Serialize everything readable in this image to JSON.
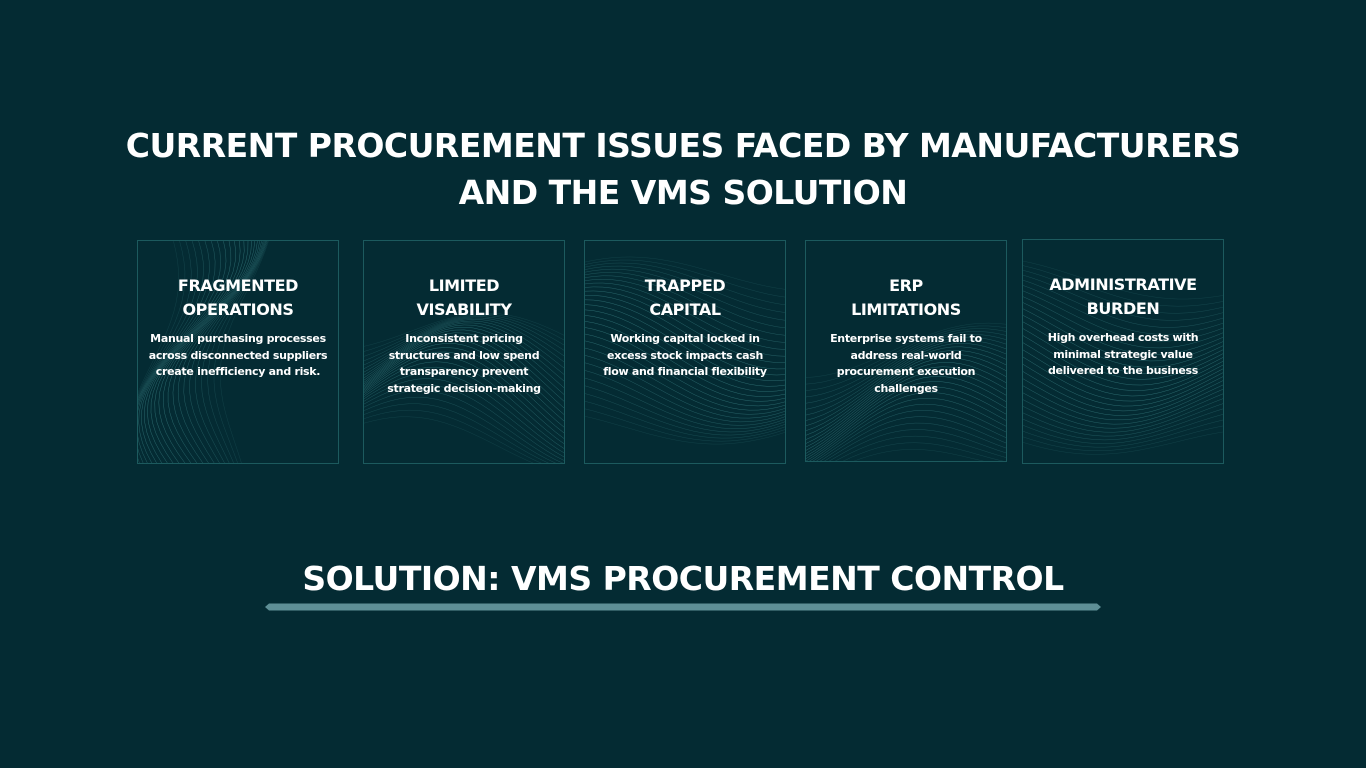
{
  "title": "CURRENT PROCUREMENT ISSUES FACED BY MANUFACTURERS AND THE VMS SOLUTION",
  "cards": [
    {
      "title": "FRAGMENTED\nOPERATIONS",
      "body": "Manual purchasing processes across disconnected suppliers create inefficiency and risk."
    },
    {
      "title": "LIMITED\nVISABILITY",
      "body": "Inconsistent pricing structures and low spend transparency prevent strategic decision-making"
    },
    {
      "title": "TRAPPED\nCAPITAL",
      "body": "Working capital locked in excess stock impacts cash flow and financial flexibility"
    },
    {
      "title": "ERP\nLIMITATIONS",
      "body": "Enterprise systems fail to address real-world procurement execution challenges"
    },
    {
      "title": "ADMINISTRATIVE\nBURDEN",
      "body": "High overhead costs with minimal strategic value delivered to the business"
    }
  ],
  "solution": {
    "title": "SOLUTION: VMS PROCUREMENT CONTROL"
  },
  "colors": {
    "background": "#042b33",
    "card_border": "#1c5a5e",
    "wave_line": "#4fa3a5",
    "underline": "#5e8f96",
    "text": "#ffffff"
  }
}
